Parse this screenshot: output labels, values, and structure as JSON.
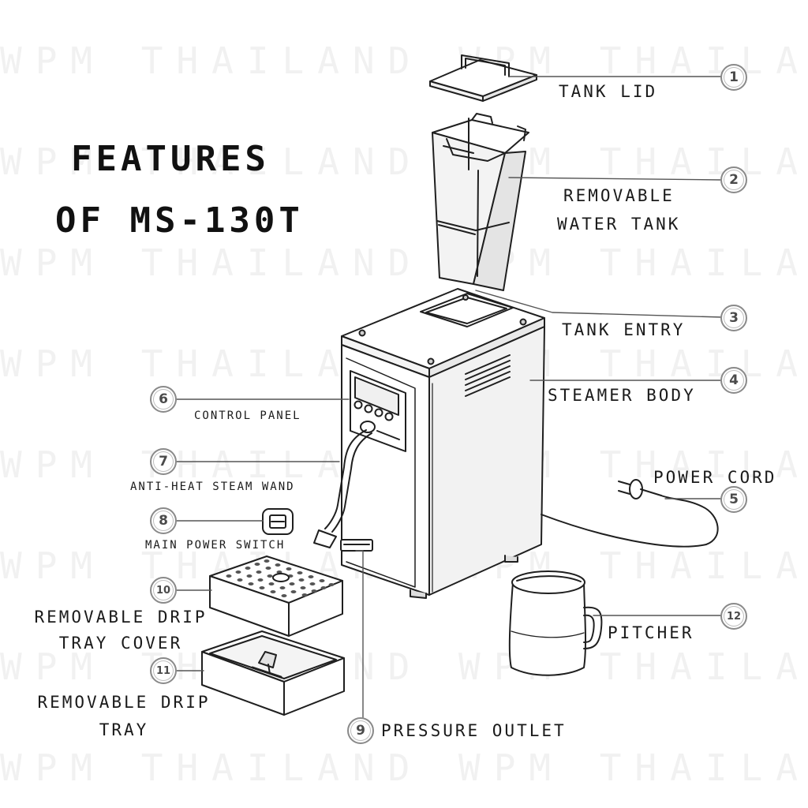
{
  "watermark": [
    "WPM THAILAND WPM THAILAND",
    "WPM THAILAND WPM THAILAND",
    "WPM THAILAND WPM THAILAND",
    "WPM THAILAND WPM THAILAND",
    "WPM THAILAND WPM THAILAND",
    "WPM THAILAND WPM THAILAND",
    "WPM THAILAND WPM THAILAND",
    "WPM THAILAND WPM THAILAND"
  ],
  "title": {
    "line1": "FEATURES",
    "line2": "OF MS-130T"
  },
  "callouts": [
    {
      "num": "1",
      "label": "TANK LID"
    },
    {
      "num": "2",
      "label_line1": "REMOVABLE",
      "label_line2": "WATER TANK"
    },
    {
      "num": "3",
      "label": "TANK ENTRY"
    },
    {
      "num": "4",
      "label": "STEAMER BODY"
    },
    {
      "num": "5",
      "label": "POWER CORD"
    },
    {
      "num": "6",
      "label": "CONTROL PANEL"
    },
    {
      "num": "7",
      "label": "ANTI-HEAT STEAM WAND"
    },
    {
      "num": "8",
      "label": "MAIN POWER SWITCH"
    },
    {
      "num": "9",
      "label": "PRESSURE OUTLET"
    },
    {
      "num": "10",
      "label_line1": "REMOVABLE DRIP",
      "label_line2": "TRAY COVER"
    },
    {
      "num": "11",
      "label_line1": "REMOVABLE DRIP",
      "label_line2": "TRAY"
    },
    {
      "num": "12",
      "label": "PITCHER"
    }
  ],
  "colors": {
    "ink": "#1a1a1a",
    "badge_border": "#8a8a8a",
    "watermark": "#f1f1f1"
  }
}
